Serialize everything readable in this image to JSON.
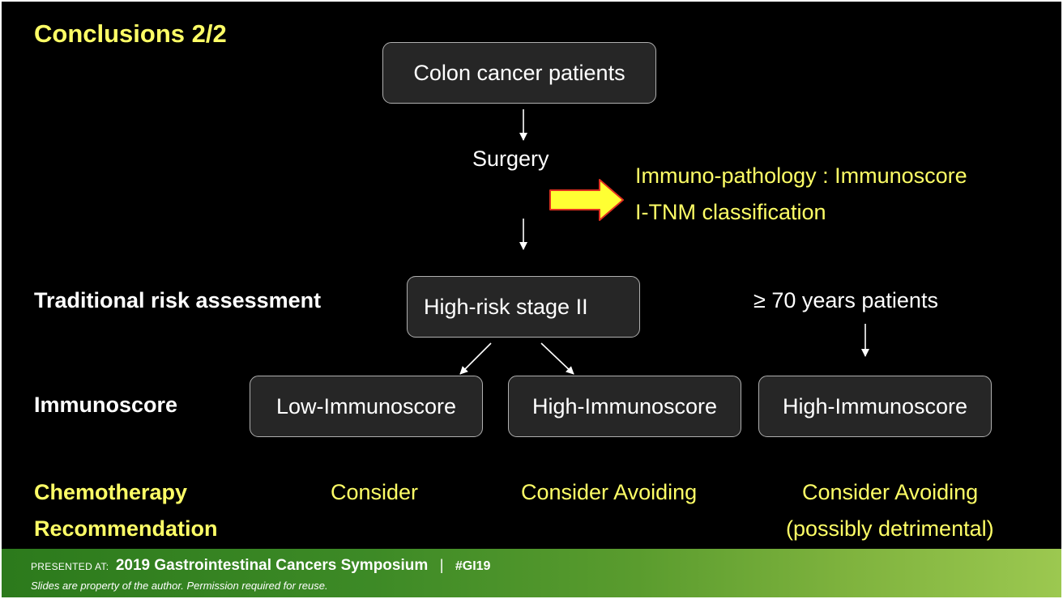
{
  "slide": {
    "title": "Conclusions 2/2",
    "flow": {
      "start": "Colon cancer patients",
      "surgery": "Surgery",
      "immuno_line1": "Immuno-pathology : Immunoscore",
      "immuno_line2": "I-TNM classification"
    },
    "rows": {
      "risk_label": "Traditional risk assessment",
      "immunoscore_label": "Immunoscore",
      "chemo_label_line1": "Chemotherapy",
      "chemo_label_line2": "Recommendation"
    },
    "boxes": {
      "high_risk": "High-risk stage II",
      "low_immuno": "Low-Immunoscore",
      "high_immuno": "High-Immunoscore",
      "high_immuno_elderly": "High-Immunoscore"
    },
    "elderly": "≥ 70 years patients",
    "recommendations": {
      "low": "Consider",
      "high": "Consider Avoiding",
      "elderly_line1": "Consider Avoiding",
      "elderly_line2": "(possibly detrimental)"
    },
    "colors": {
      "accent_yellow": "#ffff66",
      "arrow_fill": "#ffff33",
      "arrow_outline": "#e03020",
      "box_fill": "#262626",
      "footer_green": "#3d8a26"
    }
  },
  "footer": {
    "presented_at": "PRESENTED AT:",
    "symposium": "2019 Gastrointestinal Cancers Symposium",
    "separator": "|",
    "hashtag": "#GI19",
    "disclaimer": "Slides are property of the author. Permission required for reuse."
  }
}
